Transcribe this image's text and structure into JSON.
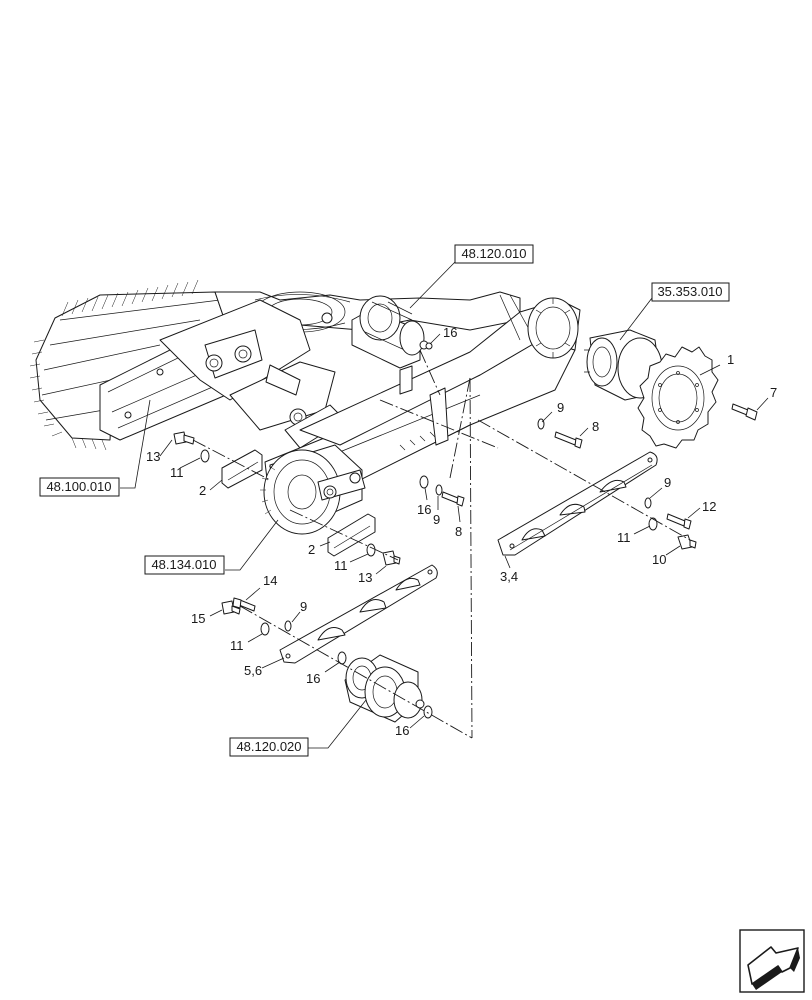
{
  "refs": {
    "r_48_120_010": "48.120.010",
    "r_35_353_010": "35.353.010",
    "r_48_100_010": "48.100.010",
    "r_48_134_010": "48.134.010",
    "r_48_120_020": "48.120.020"
  },
  "callouts": {
    "c1": "1",
    "c2a": "2",
    "c2b": "2",
    "c7": "7",
    "c8a": "8",
    "c8b": "8",
    "c9a": "9",
    "c9b": "9",
    "c9c": "9",
    "c9d": "9",
    "c10": "10",
    "c11a": "11",
    "c11b": "11",
    "c11c": "11",
    "c11d": "11",
    "c12": "12",
    "c13a": "13",
    "c13b": "13",
    "c14": "14",
    "c15": "15",
    "c16a": "16",
    "c16b": "16",
    "c16c": "16",
    "c16d": "16",
    "c34": "3,4",
    "c56": "5,6"
  },
  "icons": {
    "nav": "navigation-arrow-icon"
  },
  "colors": {
    "line": "#1a1a1a",
    "background": "#ffffff"
  }
}
